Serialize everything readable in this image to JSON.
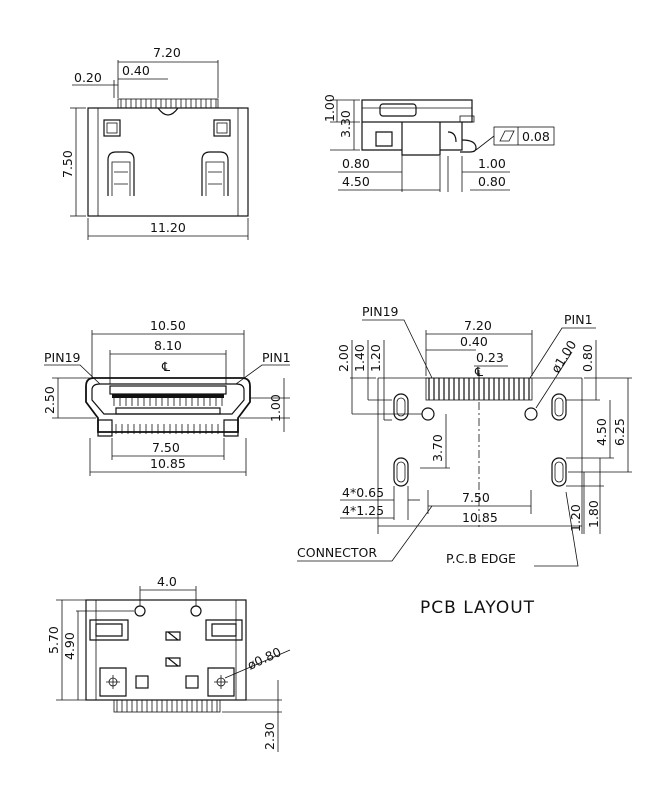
{
  "top_view": {
    "width_overall": "11.20",
    "pitch_span": "7.20",
    "pitch": "0.40",
    "pin_width": "0.20",
    "depth": "7.50"
  },
  "side_view": {
    "height_total": "3.30",
    "height_a": "1.00",
    "offset_a": "0.80",
    "offset_b": "4.50",
    "right_a": "1.00",
    "right_b": "0.80",
    "flatness": "0.08"
  },
  "front_view": {
    "width_outer": "10.50",
    "width_inner": "8.10",
    "height": "2.50",
    "right_h": "1.00",
    "lower_a": "7.50",
    "lower_b": "10.85",
    "pin19": "PIN19",
    "pin1": "PIN1",
    "cl": "℄"
  },
  "pcb_layout": {
    "pin19": "PIN19",
    "pin1": "PIN1",
    "span": "7.20",
    "pitch": "0.40",
    "pad_w": "0.23",
    "v2": "2.00",
    "v14": "1.40",
    "v12": "1.20",
    "hole_dia": "ø1.00",
    "r080": "0.80",
    "r450": "4.50",
    "r625": "6.25",
    "mid370": "3.70",
    "slot_065": "4*0.65",
    "slot_125": "4*1.25",
    "w750": "7.50",
    "w1085": "10.85",
    "b120": "1.20",
    "b180": "1.80",
    "connector": "CONNECTOR",
    "pcb_edge": "P.C.B EDGE",
    "cl": "℄",
    "title": "PCB LAYOUT"
  },
  "bottom_view": {
    "span": "4.0",
    "h570": "5.70",
    "h490": "4.90",
    "hole": "ø0.80",
    "h230": "2.30"
  }
}
